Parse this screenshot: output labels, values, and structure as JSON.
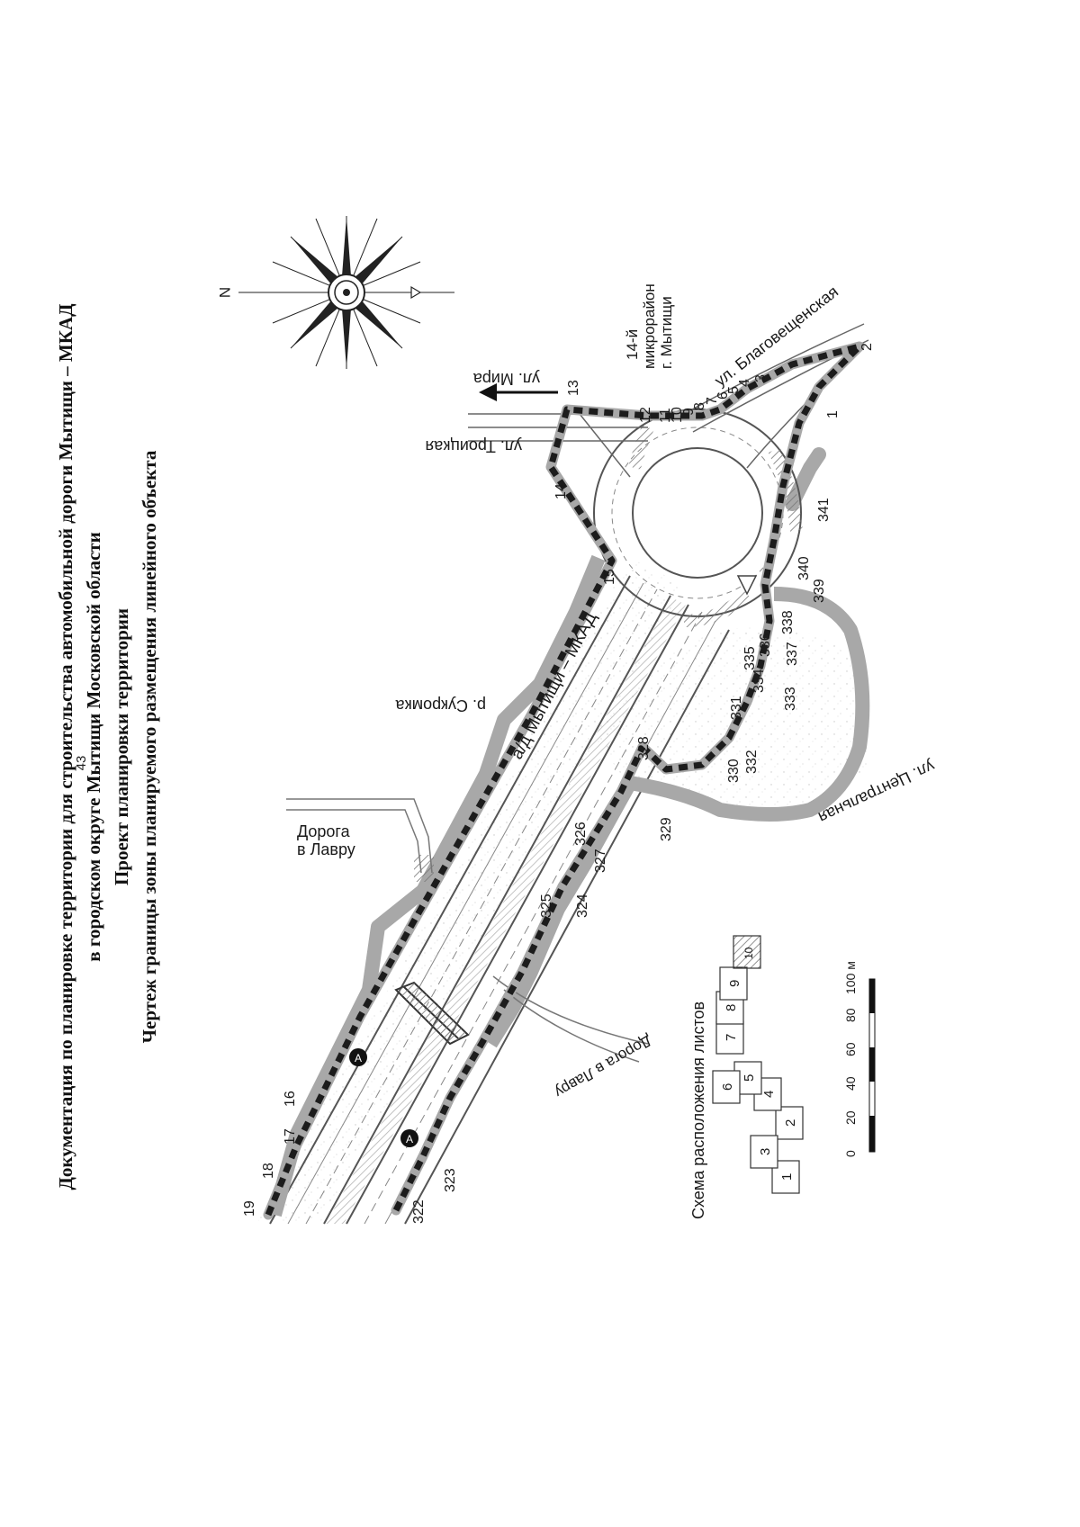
{
  "page_number": "43",
  "title_lines": [
    "Документация по планировке территории для строительства автомобильной дороги Мытищи – МКАД",
    "в городском округе Мытищи Московской области",
    "Проект планировки территории",
    "Чертеж границы зоны планируемого размещения линейного объекта"
  ],
  "map": {
    "compass_north": "N",
    "places": {
      "road_label": "а/д Мытищи – МКАД",
      "river": "р. Сукромка",
      "troitskaya": "ул. Троицкая",
      "mira": "ул. Мира",
      "district_line1": "14-й",
      "district_line2": "микрорайон",
      "district_line3": "г. Мытищи",
      "blagoveshchenskaya": "ул. Благовещенская",
      "tsentralnaya": "ул. Центральная",
      "lavra_line1": "Дорога",
      "lavra_line2": "в Лавру",
      "lavra_road": "Дорога в Лавру"
    },
    "point_numbers": [
      "1",
      "2",
      "3",
      "4",
      "5",
      "6",
      "7",
      "8",
      "9",
      "10",
      "11",
      "12",
      "13",
      "14",
      "15",
      "16",
      "17",
      "18",
      "19",
      "322",
      "323",
      "324",
      "325",
      "326",
      "327",
      "328",
      "329",
      "330",
      "331",
      "332",
      "333",
      "334",
      "335",
      "336",
      "337",
      "338",
      "339",
      "340",
      "341"
    ],
    "sign_letter": "A",
    "inset": {
      "title": "Схема расположения листов",
      "sheets": [
        "1",
        "2",
        "3",
        "4",
        "5",
        "6",
        "7",
        "8",
        "9",
        "10"
      ]
    },
    "scale": {
      "unit": "100 м",
      "ticks": [
        "0",
        "20",
        "40",
        "60",
        "80"
      ]
    }
  },
  "colors": {
    "zone_boundary": "#1c1c1c",
    "road_edge": "#555555",
    "gray_band": "#a8a8a8",
    "hatch": "#7a7a7a"
  }
}
